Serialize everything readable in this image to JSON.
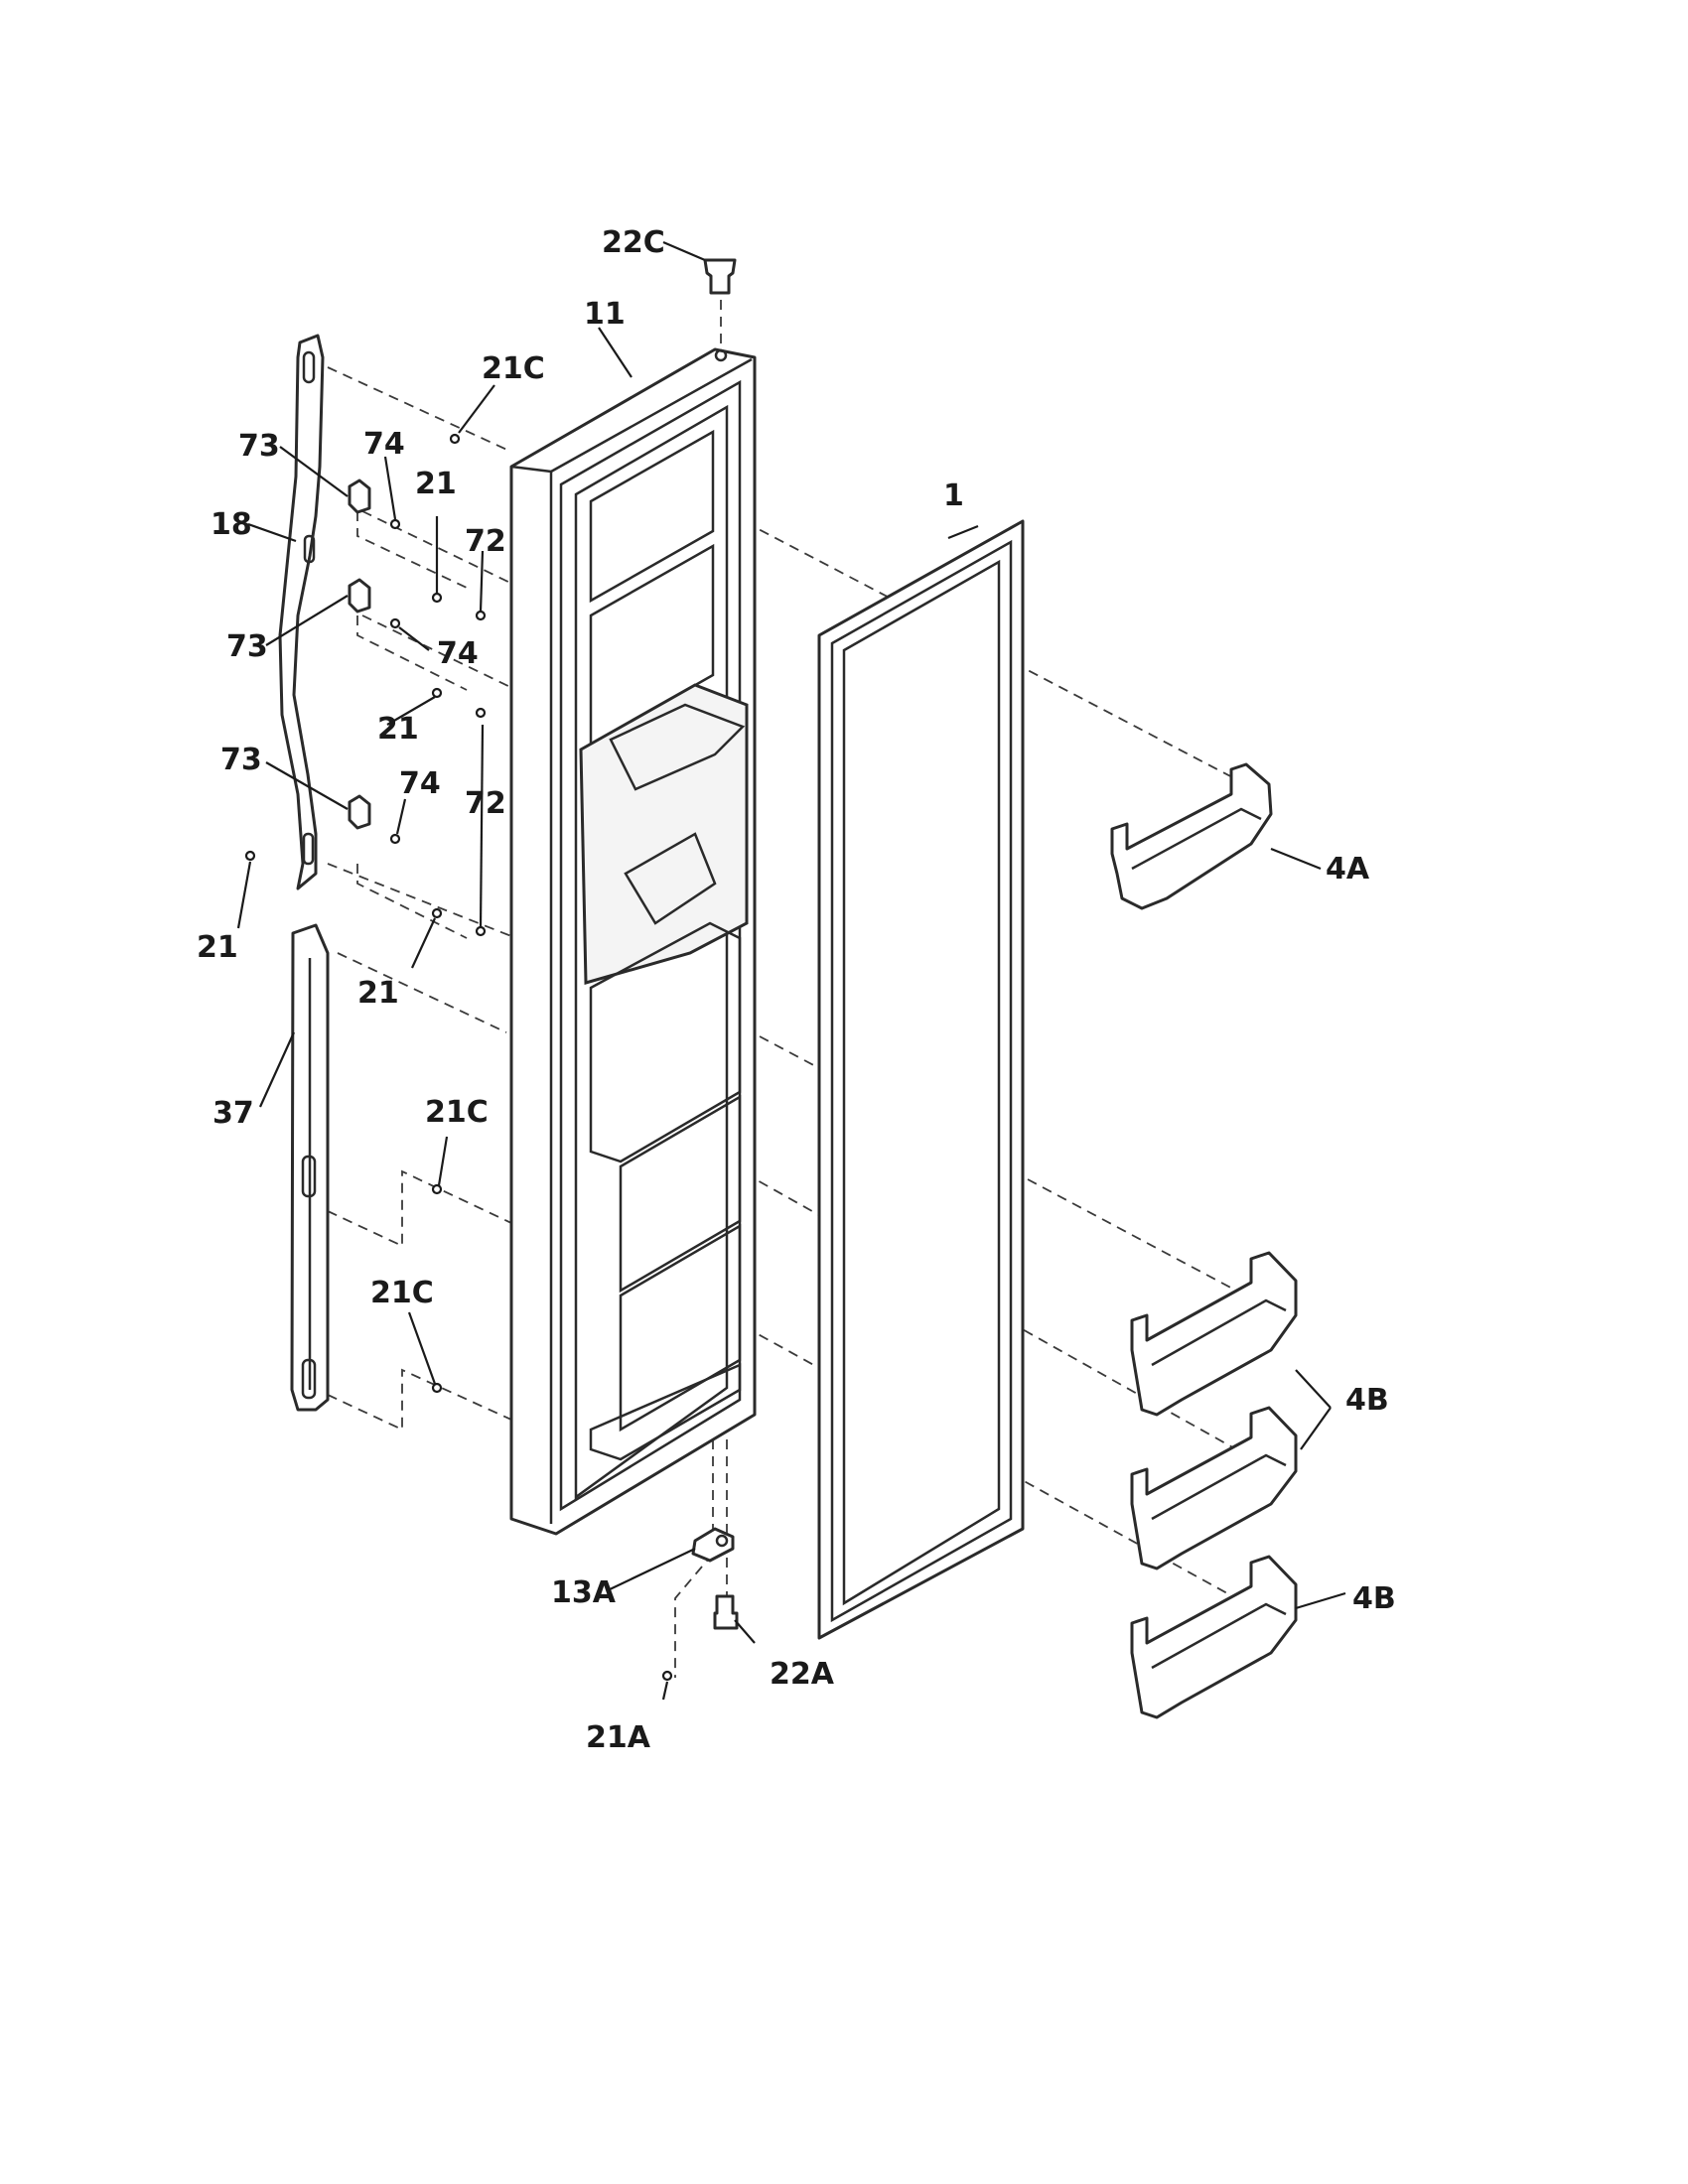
{
  "callouts": {
    "c22C": "22C",
    "c11": "11",
    "c21C_top": "21C",
    "c73_a": "73",
    "c74_a": "74",
    "c21_a": "21",
    "c72_a": "72",
    "c18": "18",
    "c1": "1",
    "c73_b": "73",
    "c74_b": "74",
    "c21_b": "21",
    "c73_c": "73",
    "c74_c": "74",
    "c72_b": "72",
    "c4A": "4A",
    "c21_c": "21",
    "c21_d": "21",
    "c37": "37",
    "c21C_mid": "21C",
    "c21C_low": "21C",
    "c4B_a": "4B",
    "c4B_b": "4B",
    "c13A": "13A",
    "c22A": "22A",
    "c21A": "21A"
  }
}
